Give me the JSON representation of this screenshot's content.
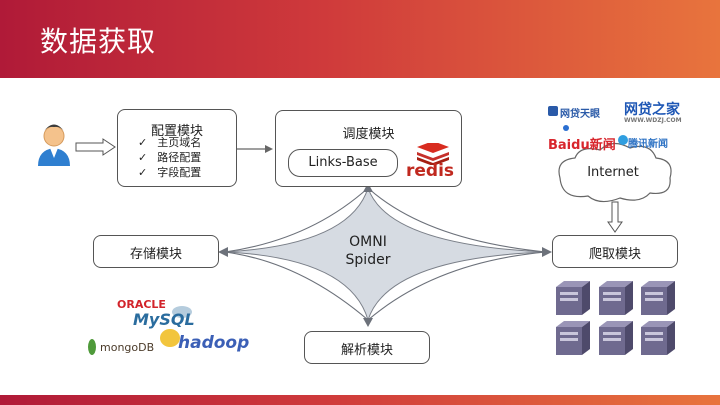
{
  "header": {
    "title": "数据获取"
  },
  "config_box": {
    "title": "配置模块",
    "items": [
      "主页域名",
      "路径配置",
      "字段配置"
    ]
  },
  "schedule_box": {
    "title": "调度模块",
    "links_base": "Links-Base",
    "redis_label": "redis"
  },
  "center": {
    "line1": "OMNI",
    "line2": "Spider"
  },
  "storage_box": {
    "title": "存储模块"
  },
  "crawl_box": {
    "title": "爬取模块"
  },
  "parse_box": {
    "title": "解析模块"
  },
  "internet": {
    "label": "Internet"
  },
  "site_logos": [
    "网贷天眼",
    "网贷之家",
    "Baidu新闻",
    "腾讯新闻",
    "WWW.WDZJ.COM"
  ],
  "storage_logos": [
    "ORACLE",
    "MySQL",
    "mongoDB",
    "hadoop"
  ],
  "colors": {
    "header_start": "#b01a38",
    "header_end": "#e8743d",
    "arrow_fill": "#b8c4d2",
    "server": "#6f6a8f"
  }
}
